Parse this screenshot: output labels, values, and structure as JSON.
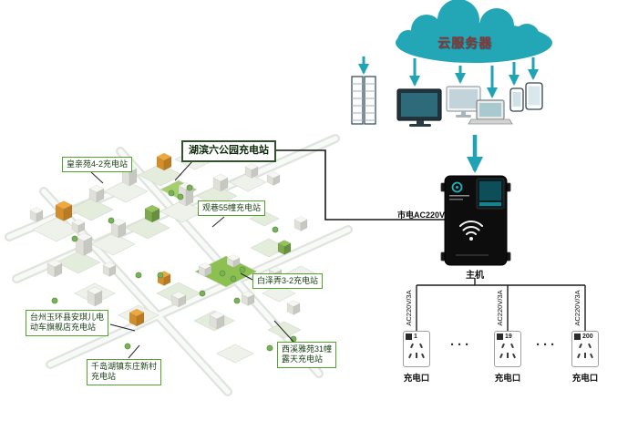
{
  "palette": {
    "accent_teal": "#23a6b6",
    "label_green_border": "#55a22f",
    "highlight_border": "#33512f",
    "cloud_text_red": "#8e3434",
    "host_black": "#0d0d0d"
  },
  "cloud": {
    "label": "云服务器"
  },
  "host": {
    "label": "主机",
    "mains_label": "市电AC220V"
  },
  "outlets": {
    "wire_label": "AC220V/3A",
    "ellipsis": "···",
    "items": [
      {
        "number": "1",
        "label": "充电口"
      },
      {
        "number": "19",
        "label": "充电口"
      },
      {
        "number": "200",
        "label": "充电口"
      }
    ]
  },
  "stations": [
    {
      "name": "皇亲苑4-2充电站"
    },
    {
      "name": "湖滨六公园充电站"
    },
    {
      "name": "观巷55幢充电站"
    },
    {
      "name": "白泽弄3-2充电站"
    },
    {
      "name": "台州玉环县安琪儿电\n动车旗舰店充电站"
    },
    {
      "name": "西溪雅苑31幢\n露天充电站"
    },
    {
      "name": "千岛湖镇东庄新村\n充电站"
    }
  ]
}
